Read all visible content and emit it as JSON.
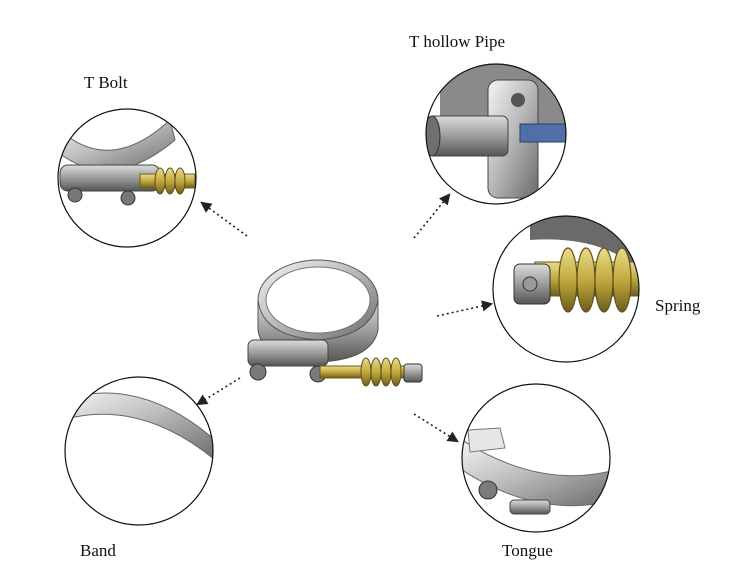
{
  "labels": {
    "t_bolt": "T Bolt",
    "t_hollow_pipe": "T hollow Pipe",
    "spring": "Spring",
    "band": "Band",
    "tongue": "Tongue"
  },
  "colors": {
    "steel_light": "#e8e8e8",
    "steel_mid": "#a9a9a9",
    "steel_dark": "#5e5e5e",
    "spring_gold": "#c9b24a",
    "spring_dark": "#7a6a22",
    "outline": "#111111",
    "arrow": "#222222"
  }
}
